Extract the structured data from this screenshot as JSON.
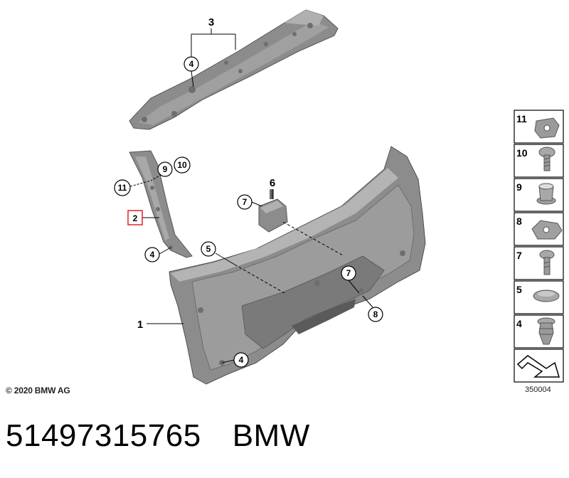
{
  "diagram": {
    "callouts": {
      "c1": "1",
      "c2": "2",
      "c3": "3",
      "c4_top": "4",
      "c4_left": "4",
      "c4_bottom": "4",
      "c5": "5",
      "c6": "6",
      "c7_left": "7",
      "c7_right": "7",
      "c8": "8",
      "c9": "9",
      "c10": "10",
      "c11": "11"
    },
    "legend": [
      "11",
      "10",
      "9",
      "8",
      "7",
      "5",
      "4"
    ],
    "copyright": "© 2020 BMW AG",
    "diagram_code": "350004"
  },
  "part": {
    "number": "51497315765",
    "brand": "BMW"
  },
  "colors": {
    "part_fill": "#8c8c8c",
    "part_dark": "#6e6e6e",
    "part_light": "#b4b4b4",
    "highlight_box": "#d9262f"
  }
}
